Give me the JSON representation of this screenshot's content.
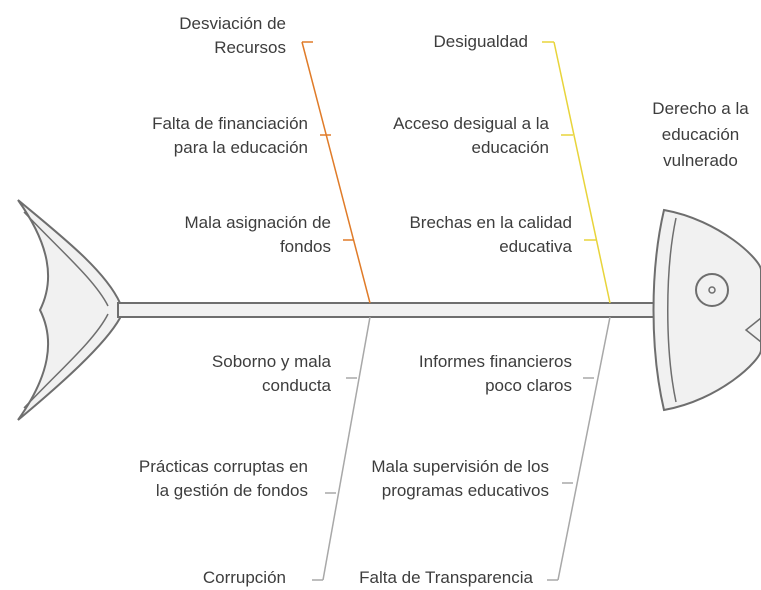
{
  "effect": {
    "lines": [
      "Derecho a la",
      "educación",
      "vulnerado"
    ]
  },
  "colors": {
    "top_left_bone": "#e07b28",
    "top_right_bone": "#e8d43a",
    "bottom_bones": "#a8a8a8",
    "fish_outline": "#6e6e6e",
    "fish_fill": "#f1f1f1"
  },
  "categories": [
    {
      "id": "desviacion",
      "lines": [
        "Desviación de",
        "Recursos"
      ],
      "causes": [
        {
          "lines": [
            "Falta de financiación",
            "para la educación"
          ]
        },
        {
          "lines": [
            "Mala asignación de",
            "fondos"
          ]
        }
      ]
    },
    {
      "id": "desigualdad",
      "lines": [
        "Desigualdad"
      ],
      "causes": [
        {
          "lines": [
            "Acceso desigual a la",
            "educación"
          ]
        },
        {
          "lines": [
            "Brechas en la calidad",
            "educativa"
          ]
        }
      ]
    },
    {
      "id": "corrupcion",
      "lines": [
        "Corrupción"
      ],
      "causes": [
        {
          "lines": [
            "Soborno y mala",
            "conducta"
          ]
        },
        {
          "lines": [
            "Prácticas corruptas en",
            "la gestión de fondos"
          ]
        }
      ]
    },
    {
      "id": "transparencia",
      "lines": [
        "Falta de Transparencia"
      ],
      "causes": [
        {
          "lines": [
            "Informes financieros",
            "poco claros"
          ]
        },
        {
          "lines": [
            "Mala supervisión de los",
            "programas educativos"
          ]
        }
      ]
    }
  ]
}
